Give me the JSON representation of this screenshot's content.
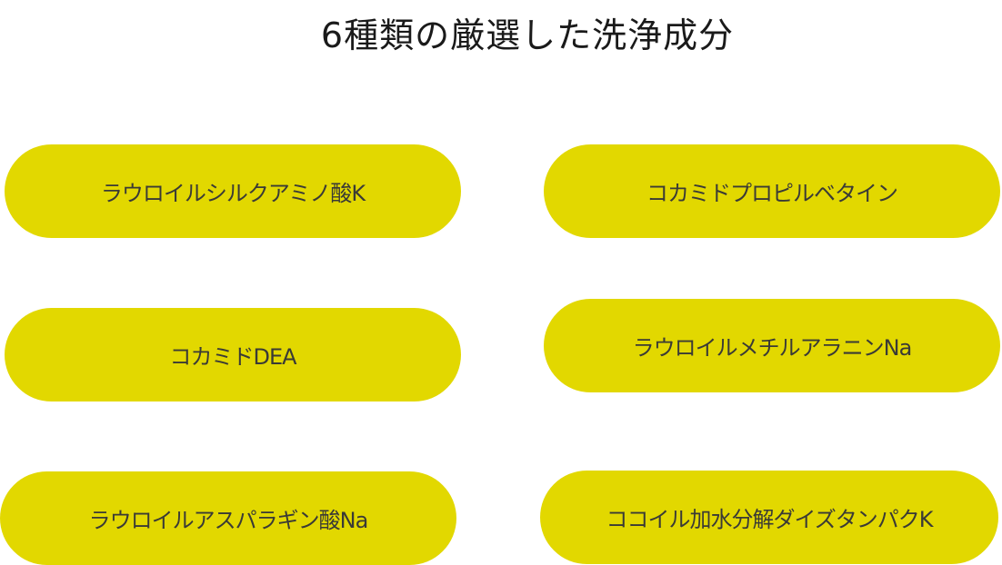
{
  "title": "6種類の厳選した洗浄成分",
  "colors": {
    "pill_fill": "#e2d800",
    "pill_text": "#3a3a36",
    "title_text": "#1a1a1a"
  },
  "ingredients": [
    "ラウロイルシルクアミノ酸K",
    "コカミドプロピルベタイン",
    "コカミドDEA",
    "ラウロイルメチルアラニンNa",
    "ラウロイルアスパラギン酸Na",
    "ココイル加水分解ダイズタンパクK"
  ]
}
